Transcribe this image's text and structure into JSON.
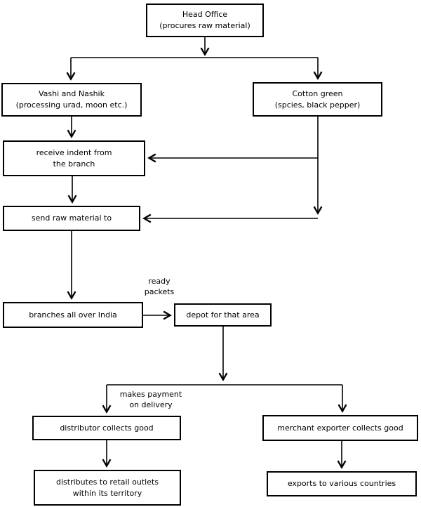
{
  "diagram": {
    "type": "flowchart",
    "colors": {
      "background": "#ffffff",
      "box_fill": "#ffffff",
      "box_border": "#000000",
      "arrow": "#000000",
      "text": "#000000"
    },
    "nodes": {
      "head_office": {
        "lines": [
          "Head Office",
          "(procures raw material)"
        ]
      },
      "vashi": {
        "lines": [
          "Vashi and Nashik",
          "(processing urad, moon etc.)"
        ]
      },
      "cotton_green": {
        "lines": [
          "Cotton green",
          "(spcies, black pepper)"
        ]
      },
      "receive_indent": {
        "lines": [
          "receive indent from",
          "the branch"
        ]
      },
      "send_raw": {
        "lines": [
          "send raw material to"
        ]
      },
      "branches": {
        "lines": [
          "branches all over India"
        ]
      },
      "depot": {
        "lines": [
          "depot for that area"
        ]
      },
      "distributor": {
        "lines": [
          "distributor collects good"
        ]
      },
      "merchant": {
        "lines": [
          "merchant exporter collects good"
        ]
      },
      "retail": {
        "lines": [
          "distributes to retail outlets",
          "within its territory"
        ]
      },
      "exports": {
        "lines": [
          "exports to various countries"
        ]
      }
    },
    "edge_labels": {
      "ready_packets": {
        "lines": [
          "ready",
          "packets"
        ]
      },
      "makes_payment": {
        "lines": [
          "makes payment",
          "on delivery"
        ]
      }
    }
  }
}
